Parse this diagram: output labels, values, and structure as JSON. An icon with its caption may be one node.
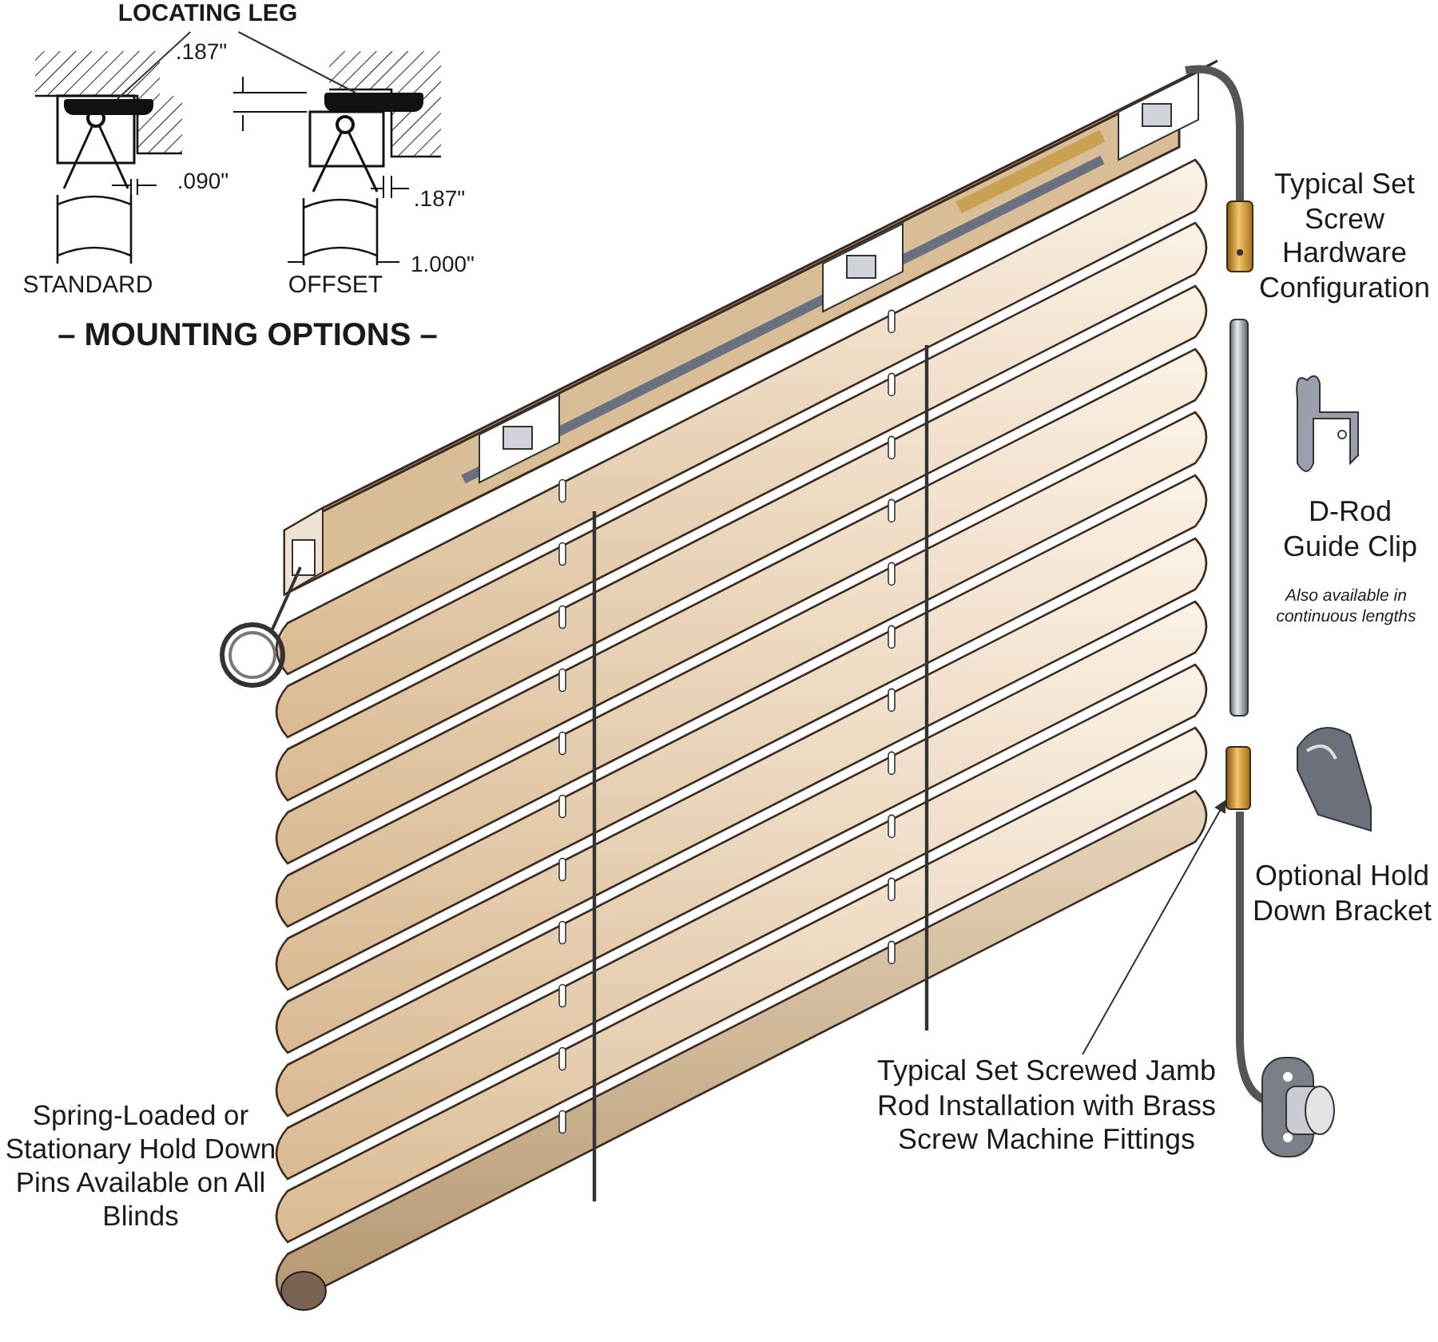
{
  "diagram": {
    "nodes": [
      {
        "text": [
          "LOCATING LEG"
        ]
      },
      {
        "text": [],
        "shape": "bar"
      },
      {
        "text": [],
        "shape": "bar"
      },
      {
        "text": [
          "Typical Set Screwed Jamb Rod Installation with Brass Screw Machine Fittings"
        ]
      },
      {
        "text": [],
        "shape": "cylinder"
      }
    ],
    "edges": [
      {
        "from": 0,
        "to": 1,
        "arrow": "none"
      },
      {
        "from": 0,
        "to": 2,
        "arrow": "none"
      },
      {
        "from": 3,
        "to": 4,
        "arrow": "to"
      }
    ],
    "labels": [
      ".187\"",
      ".090\"",
      ".187\"",
      "1.000\"",
      "STANDARD",
      "OFFSET",
      "– MOUNTING OPTIONS –",
      "Typical Set Screw Hardware Configuration",
      "D-Rod Guide Clip",
      "Also available in continuous lengths",
      "Optional Hold Down Bracket",
      "Spring-Loaded or Stationary Hold Down Pins Available on All Blinds"
    ]
  }
}
